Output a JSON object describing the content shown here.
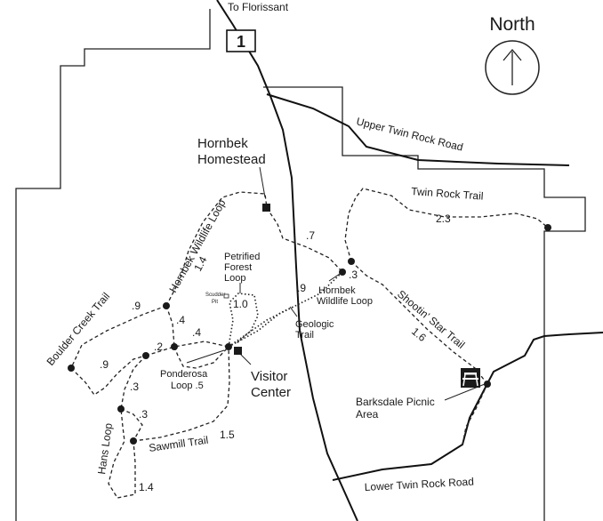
{
  "labels": {
    "to_florissant": "To Florissant",
    "highway_number": "1",
    "north": "North",
    "upper_twin_rock_road": "Upper Twin Rock Road",
    "hornbek_homestead_line1": "Hornbek",
    "hornbek_homestead_line2": "Homestead",
    "twin_rock_trail": "Twin Rock Trail",
    "twin_rock_trail_dist": "2.3",
    "hornbek_wildlife_loop_west": "Hornbek Wildlife Loop",
    "hornbek_wildlife_loop_west_dist": "1.4",
    "dist_0_7": ".7",
    "petrified_line1": "Petrified",
    "petrified_line2": "Forest",
    "petrified_line3": "Loop",
    "petrified_dist": "1.0",
    "scudder_line1": "Scudder",
    "scudder_line2": "Pit",
    "dist_0_9_east": ".9",
    "hornbek_wildlife_loop_east_line1": "Hornbek",
    "hornbek_wildlife_loop_east_line2": "Wildlife Loop",
    "dist_0_3_east": ".3",
    "shootin_star_trail": "Shootin' Star Trail",
    "shootin_star_dist": "1.6",
    "geologic_line1": "Geologic",
    "geologic_line2": "Trail",
    "boulder_creek_trail": "Boulder Creek Trail",
    "boulder_creek_dist": ".9",
    "dist_0_4_a": ".4",
    "dist_0_4_b": ".4",
    "dist_0_2": ".2",
    "dist_0_9_west": ".9",
    "ponderosa_line1": "Ponderosa",
    "ponderosa_line2": "Loop .5",
    "visitor_center_line1": "Visitor",
    "visitor_center_line2": "Center",
    "dist_0_3_a": ".3",
    "dist_0_3_b": ".3",
    "hans_loop": "Hans Loop",
    "sawmill_trail": "Sawmill Trail",
    "sawmill_dist": "1.5",
    "hans_loop_dist": "1.4",
    "barksdale_line1": "Barksdale Picnic",
    "barksdale_line2": "Area",
    "lower_twin_rock_road": "Lower Twin Rock Road"
  },
  "icons": {
    "compass": "north-arrow-icon",
    "picnic": "picnic-table-icon",
    "building": "building-square-icon"
  }
}
